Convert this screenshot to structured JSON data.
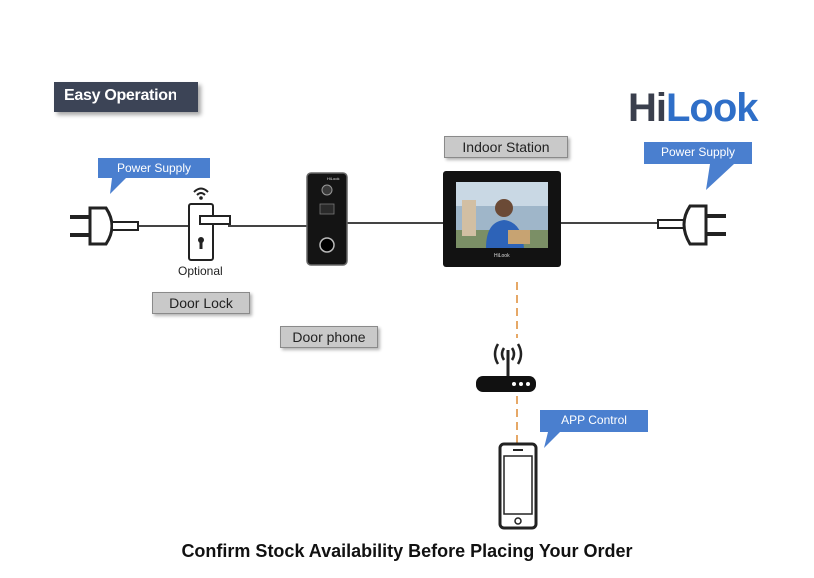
{
  "header": {
    "badge": "Easy Operation"
  },
  "brand": {
    "logo_text": "HiLook",
    "logo_prefix": "Hi",
    "logo_suffix": "Look",
    "accent_color": "#2f6fc8"
  },
  "callouts": {
    "power_left": "Power Supply",
    "power_right": "Power Supply",
    "app_control": "APP Control"
  },
  "labels": {
    "indoor_station": "Indoor Station",
    "door_lock": "Door Lock",
    "door_phone": "Door phone",
    "optional": "Optional"
  },
  "device_text": {
    "door_phone_brand": "HiLook",
    "monitor_brand": "HiLook"
  },
  "footer": {
    "notice": "Confirm Stock Availability Before Placing Your Order"
  }
}
